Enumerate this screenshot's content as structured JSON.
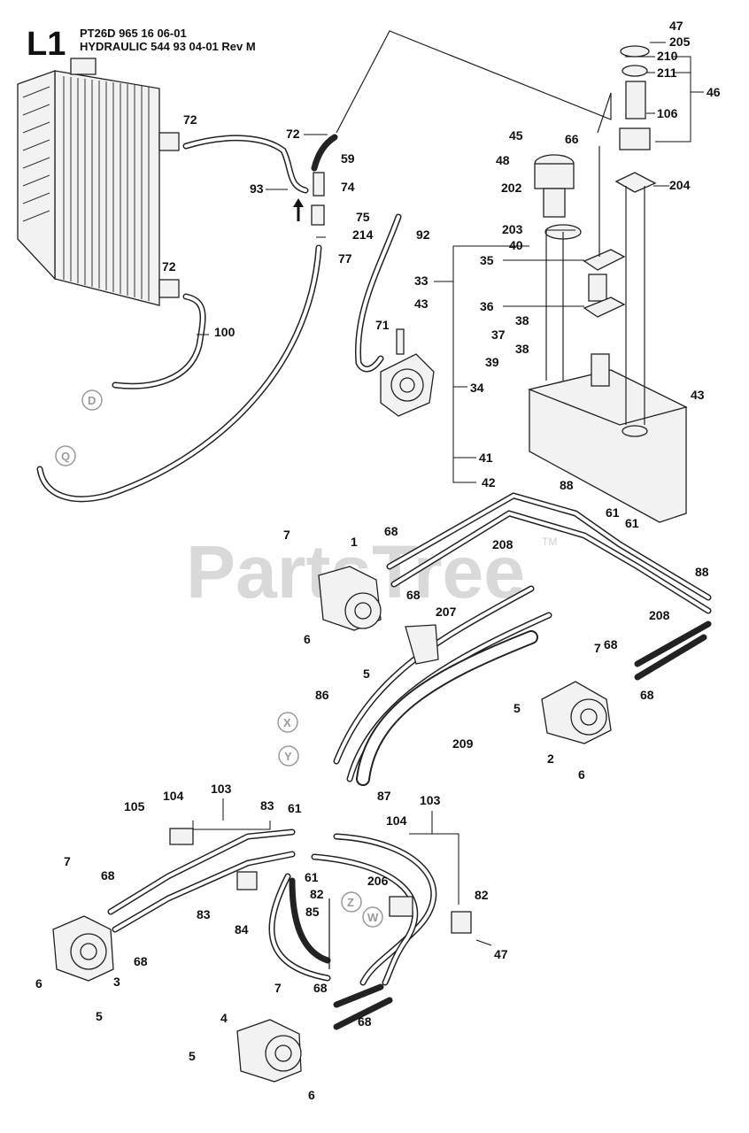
{
  "header": {
    "page_code": "L1",
    "model_line": "PT26D 965 16 06-01",
    "section_line": "HYDRAULIC 544 93 04-01 Rev M"
  },
  "watermark": {
    "text": "PartsTree",
    "tm": "TM"
  },
  "connection_labels": [
    "D",
    "Q",
    "X",
    "Y",
    "Z",
    "W"
  ],
  "callouts": [
    {
      "id": "c47a",
      "text": "47"
    },
    {
      "id": "c205",
      "text": "205"
    },
    {
      "id": "c210",
      "text": "210"
    },
    {
      "id": "c211",
      "text": "211"
    },
    {
      "id": "c46",
      "text": "46"
    },
    {
      "id": "c106",
      "text": "106"
    },
    {
      "id": "c66",
      "text": "66"
    },
    {
      "id": "c45",
      "text": "45"
    },
    {
      "id": "c48",
      "text": "48"
    },
    {
      "id": "c202",
      "text": "202"
    },
    {
      "id": "c204",
      "text": "204"
    },
    {
      "id": "c72a",
      "text": "72"
    },
    {
      "id": "c72b",
      "text": "72"
    },
    {
      "id": "c59",
      "text": "59"
    },
    {
      "id": "c93",
      "text": "93"
    },
    {
      "id": "c74",
      "text": "74"
    },
    {
      "id": "c75",
      "text": "75"
    },
    {
      "id": "c214",
      "text": "214"
    },
    {
      "id": "c92",
      "text": "92"
    },
    {
      "id": "c203",
      "text": "203"
    },
    {
      "id": "c40",
      "text": "40"
    },
    {
      "id": "c77",
      "text": "77"
    },
    {
      "id": "c35",
      "text": "35"
    },
    {
      "id": "c72c",
      "text": "72"
    },
    {
      "id": "c33",
      "text": "33"
    },
    {
      "id": "c43a",
      "text": "43"
    },
    {
      "id": "c36",
      "text": "36"
    },
    {
      "id": "c38a",
      "text": "38"
    },
    {
      "id": "c71",
      "text": "71"
    },
    {
      "id": "c37",
      "text": "37"
    },
    {
      "id": "c100",
      "text": "100"
    },
    {
      "id": "c38b",
      "text": "38"
    },
    {
      "id": "c39",
      "text": "39"
    },
    {
      "id": "c34",
      "text": "34"
    },
    {
      "id": "c43b",
      "text": "43"
    },
    {
      "id": "c41",
      "text": "41"
    },
    {
      "id": "c42",
      "text": "42"
    },
    {
      "id": "c88a",
      "text": "88"
    },
    {
      "id": "c7a",
      "text": "7"
    },
    {
      "id": "c1",
      "text": "1"
    },
    {
      "id": "c68a",
      "text": "68"
    },
    {
      "id": "c61a",
      "text": "61"
    },
    {
      "id": "c61b",
      "text": "61"
    },
    {
      "id": "c208a",
      "text": "208"
    },
    {
      "id": "c68b",
      "text": "68"
    },
    {
      "id": "c88b",
      "text": "88"
    },
    {
      "id": "c207",
      "text": "207"
    },
    {
      "id": "c208b",
      "text": "208"
    },
    {
      "id": "c6a",
      "text": "6"
    },
    {
      "id": "c5a",
      "text": "5"
    },
    {
      "id": "c7b",
      "text": "7"
    },
    {
      "id": "c68c",
      "text": "68"
    },
    {
      "id": "c68d",
      "text": "68"
    },
    {
      "id": "c86",
      "text": "86"
    },
    {
      "id": "c5b",
      "text": "5"
    },
    {
      "id": "c209",
      "text": "209"
    },
    {
      "id": "c2",
      "text": "2"
    },
    {
      "id": "c6b",
      "text": "6"
    },
    {
      "id": "c87",
      "text": "87"
    },
    {
      "id": "c104a",
      "text": "104"
    },
    {
      "id": "c103a",
      "text": "103"
    },
    {
      "id": "c83a",
      "text": "83"
    },
    {
      "id": "c61c",
      "text": "61"
    },
    {
      "id": "c105",
      "text": "105"
    },
    {
      "id": "c104b",
      "text": "104"
    },
    {
      "id": "c103b",
      "text": "103"
    },
    {
      "id": "c7c",
      "text": "7"
    },
    {
      "id": "c61d",
      "text": "61"
    },
    {
      "id": "c68e",
      "text": "68"
    },
    {
      "id": "c82a",
      "text": "82"
    },
    {
      "id": "c206",
      "text": "206"
    },
    {
      "id": "c82b",
      "text": "82"
    },
    {
      "id": "c83b",
      "text": "83"
    },
    {
      "id": "c85",
      "text": "85"
    },
    {
      "id": "c84",
      "text": "84"
    },
    {
      "id": "c47b",
      "text": "47"
    },
    {
      "id": "c68f",
      "text": "68"
    },
    {
      "id": "c6c",
      "text": "6"
    },
    {
      "id": "c3",
      "text": "3"
    },
    {
      "id": "c5c",
      "text": "5"
    },
    {
      "id": "c7d",
      "text": "7"
    },
    {
      "id": "c68g",
      "text": "68"
    },
    {
      "id": "c4",
      "text": "4"
    },
    {
      "id": "c68h",
      "text": "68"
    },
    {
      "id": "c5d",
      "text": "5"
    },
    {
      "id": "c6d",
      "text": "6"
    }
  ]
}
